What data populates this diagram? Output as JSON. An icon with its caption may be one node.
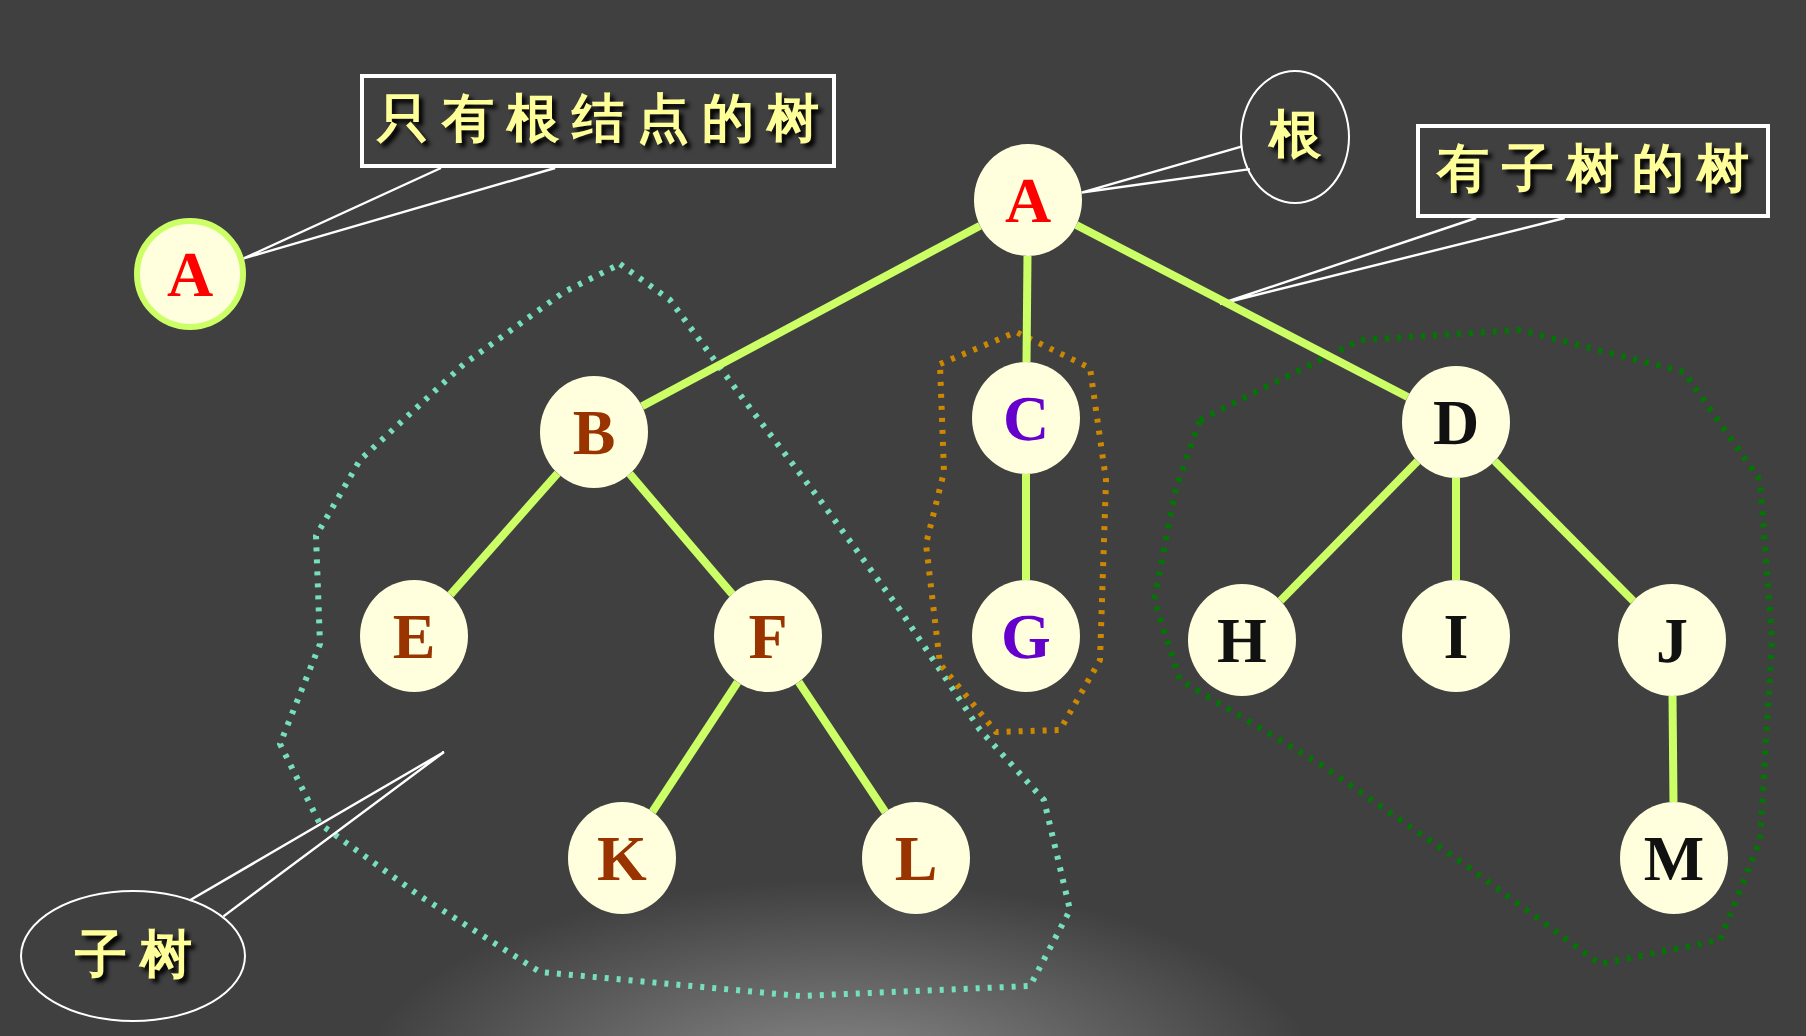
{
  "diagram": {
    "nodes": [
      {
        "text": [
          "只有根结点的树"
        ]
      },
      {
        "text": [
          "A"
        ]
      },
      {
        "text": [
          "根"
        ]
      },
      {
        "text": [
          "A"
        ]
      },
      {
        "text": [
          "有子树的树"
        ]
      },
      {
        "text": [
          "B"
        ]
      },
      {
        "text": [
          "C"
        ]
      },
      {
        "text": [
          "D"
        ]
      },
      {
        "text": [
          "E"
        ]
      },
      {
        "text": [
          "F"
        ]
      },
      {
        "text": [
          "G"
        ]
      },
      {
        "text": [
          "H"
        ]
      },
      {
        "text": [
          "I"
        ]
      },
      {
        "text": [
          "J"
        ]
      },
      {
        "text": [
          "K"
        ]
      },
      {
        "text": [
          "L"
        ]
      },
      {
        "text": [
          "M"
        ]
      },
      {
        "text": [
          "子树"
        ]
      }
    ],
    "edges": [
      {
        "from": 0,
        "to": 1,
        "arrow": "none",
        "color": "#ffffff"
      },
      {
        "from": 2,
        "to": 3,
        "arrow": "none",
        "color": "#ffffff"
      },
      {
        "from": 4,
        "to": null,
        "arrow": "none",
        "color": "#ffffff"
      },
      {
        "from": 17,
        "to": null,
        "arrow": "none",
        "color": "#ffffff"
      },
      {
        "from": 3,
        "to": 5,
        "arrow": "none"
      },
      {
        "from": 3,
        "to": 6,
        "arrow": "none"
      },
      {
        "from": 3,
        "to": 7,
        "arrow": "none"
      },
      {
        "from": 5,
        "to": 8,
        "arrow": "none"
      },
      {
        "from": 5,
        "to": 9,
        "arrow": "none"
      },
      {
        "from": 9,
        "to": 14,
        "arrow": "none"
      },
      {
        "from": 9,
        "to": 15,
        "arrow": "none"
      },
      {
        "from": 6,
        "to": 10,
        "arrow": "none"
      },
      {
        "from": 7,
        "to": 11,
        "arrow": "none"
      },
      {
        "from": 7,
        "to": 12,
        "arrow": "none"
      },
      {
        "from": 7,
        "to": 13,
        "arrow": "none"
      },
      {
        "from": 13,
        "to": 16,
        "arrow": "none"
      }
    ]
  }
}
